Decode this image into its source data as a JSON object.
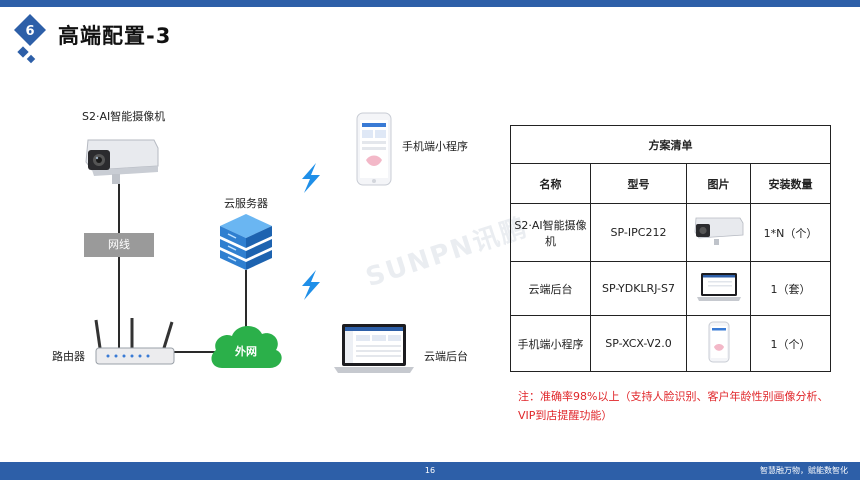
{
  "header": {
    "badge_number": "6",
    "title": "高端配置-3"
  },
  "diagram": {
    "camera_label": "S2·AI智能摄像机",
    "cable_label": "网线",
    "router_label": "路由器",
    "cloud_server_label": "云服务器",
    "internet_label": "外网",
    "mini_program_label": "手机端小程序",
    "cloud_backend_label": "云端后台"
  },
  "watermark": {
    "text": "SUNPN讯鹏"
  },
  "table": {
    "title": "方案清单",
    "headers": [
      "名称",
      "型号",
      "图片",
      "安装数量"
    ],
    "rows": [
      {
        "name": "S2·AI智能摄像机",
        "model": "SP-IPC212",
        "picture": "camera-icon",
        "quantity": "1*N（个）"
      },
      {
        "name": "云端后台",
        "model": "SP-YDKLRJ-S7",
        "picture": "laptop-icon",
        "quantity": "1（套）"
      },
      {
        "name": "手机端小程序",
        "model": "SP-XCX-V2.0",
        "picture": "phone-icon",
        "quantity": "1（个）"
      }
    ]
  },
  "note": "注：准确率98%以上（支持人脸识别、客户年龄性别画像分析、VIP到店提醒功能）",
  "footer": {
    "page_number": "16",
    "slogan": "智慧融万物，赋能数智化"
  },
  "colors": {
    "brand_blue": "#2d5fa8",
    "cloud_green": "#2bb04a",
    "server_blue": "#2f7fd0",
    "note_red": "#e0262a",
    "bolt_blue": "#1f8fe8"
  }
}
